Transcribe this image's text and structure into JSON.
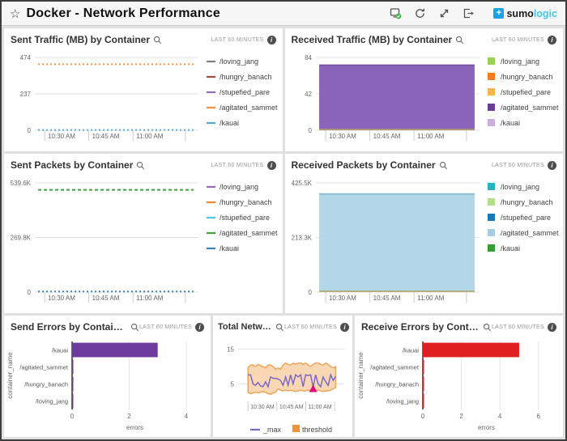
{
  "header": {
    "title": "Docker - Network Performance",
    "logo": {
      "plus": "+",
      "sumo": "sumo",
      "logic": "logic"
    }
  },
  "icons": {
    "star": "☆",
    "info_glyph": "i"
  },
  "panels": [
    {
      "title": "Sent Traffic (MB) by Container",
      "timerange": "LAST 60 MINUTES"
    },
    {
      "title": "Received Traffic (MB) by Container",
      "timerange": "LAST 60 MINUTES"
    },
    {
      "title": "Sent Packets by Container",
      "timerange": "LAST 60 MINUTES"
    },
    {
      "title": "Received Packets by Container",
      "timerange": "LAST 60 MINUTES"
    },
    {
      "title": "Send Errors by Container",
      "timerange": "LAST 60 MINUTES"
    },
    {
      "title": "Total Network Err...",
      "timerange": "LAST 60 MINUTES"
    },
    {
      "title": "Receive Errors by Container",
      "timerange": "LAST 60 MINUTES"
    }
  ],
  "chart_data": [
    {
      "type": "line",
      "title": "Sent Traffic (MB) by Container",
      "x_ticks": [
        "10:30 AM",
        "10:45 AM",
        "11:00 AM"
      ],
      "y_ticks": [
        "0",
        "237",
        "474"
      ],
      "y_max": 474,
      "legend_position": "right",
      "series": [
        {
          "name": "/loving_jang",
          "color": "#7f7f7f",
          "value": null
        },
        {
          "name": "/hungry_banach",
          "color": "#9e4a42",
          "value": null
        },
        {
          "name": "/stupefied_pare",
          "color": "#8d6cc0",
          "value": null
        },
        {
          "name": "/agitated_sammet",
          "color": "#f79241",
          "value": 430,
          "dash": "2,3"
        },
        {
          "name": "/kauai",
          "color": "#58a8cf",
          "value": 2,
          "dash": "2,3"
        }
      ]
    },
    {
      "type": "area",
      "title": "Received Traffic (MB) by Container",
      "x_ticks": [
        "10:30 AM",
        "10:45 AM",
        "11:00 AM"
      ],
      "y_ticks": [
        "0",
        "42",
        "84"
      ],
      "y_max": 84,
      "fill": "#8b63ba",
      "top_color": "#7a52ad",
      "baseline_color": "#b4a45e",
      "legend_position": "right",
      "series": [
        {
          "name": "/loving_jang",
          "color": "#97d05c",
          "value": null
        },
        {
          "name": "/hungry_banach",
          "color": "#f57c20",
          "value": null
        },
        {
          "name": "/stupefied_pare",
          "color": "#f9b44d",
          "value": null
        },
        {
          "name": "/agitated_sammet",
          "color": "#6a3d9a",
          "value": 75
        },
        {
          "name": "/kauai",
          "color": "#c9aede",
          "value": null
        }
      ]
    },
    {
      "type": "line",
      "title": "Sent Packets by Container",
      "x_ticks": [
        "10:30 AM",
        "10:45 AM",
        "11:00 AM"
      ],
      "y_ticks": [
        "0",
        "269.8K",
        "539.6K"
      ],
      "y_max": 539600,
      "legend_position": "right",
      "series": [
        {
          "name": "/loving_jang",
          "color": "#9467bd",
          "value": null
        },
        {
          "name": "/hungry_banach",
          "color": "#f58231",
          "value": null
        },
        {
          "name": "/stupefied_pare",
          "color": "#4fc3e8",
          "value": null
        },
        {
          "name": "/agitated_sammet",
          "color": "#3fa03f",
          "value": 505000,
          "dash": "4,3"
        },
        {
          "name": "/kauai",
          "color": "#3b82b8",
          "value": 3000,
          "dash": "2,3"
        }
      ]
    },
    {
      "type": "area",
      "title": "Received Packets by Container",
      "x_ticks": [
        "10:30 AM",
        "10:45 AM",
        "11:00 AM"
      ],
      "y_ticks": [
        "0",
        "213.3K",
        "425.5K"
      ],
      "y_max": 425500,
      "fill": "#b3d6e8",
      "top_color": "#8fbdd6",
      "baseline_color": "#b4a45e",
      "legend_position": "right",
      "series": [
        {
          "name": "/loving_jang",
          "color": "#26b3c4",
          "value": null
        },
        {
          "name": "/hungry_banach",
          "color": "#b2df8a",
          "value": null
        },
        {
          "name": "/stupefied_pare",
          "color": "#1f78b4",
          "value": null
        },
        {
          "name": "/agitated_sammet",
          "color": "#a6cee3",
          "value": 382000
        },
        {
          "name": "/kauai",
          "color": "#33a02c",
          "value": null
        }
      ]
    },
    {
      "type": "hbar",
      "title": "Send Errors by Container",
      "categories": [
        "/kauai",
        "/agitated_sammet",
        "/hungry_banach",
        "/loving_jang"
      ],
      "values": [
        3,
        0.03,
        0.03,
        0.03
      ],
      "x_ticks": [
        "0",
        "2",
        "4"
      ],
      "x_max": 4.4,
      "bar_color": "#6d3a9e",
      "xlabel": "errors",
      "ylabel": "container_name"
    },
    {
      "type": "band-line",
      "title": "Total Network Errors",
      "x_ticks": [
        "10:30 AM",
        "10:45 AM",
        "11:00 AM"
      ],
      "y_ticks": [
        "5",
        "15"
      ],
      "y_max": 16.7,
      "line_color": "#7b68c9",
      "band_color": "#f9d7b3",
      "band_edge_color": "#eda55c",
      "marker_color": "#e6007e",
      "legend_labels": [
        "_max",
        "threshold"
      ],
      "legend_threshold_color": "#f0923e",
      "line_values": [
        7.6,
        7.6,
        5.0,
        4.6,
        5.4,
        4.4,
        4.2,
        5.6,
        4.2,
        7.0,
        6.6,
        6.6,
        6.4,
        6.0,
        4.6,
        7.0,
        4.6,
        7.6,
        5.0,
        7.6,
        7.0,
        7.6,
        4.2,
        7.6,
        7.4,
        7.6,
        4.0,
        7.6,
        5.0,
        4.2,
        7.0,
        5.6,
        4.6,
        7.6,
        6.0,
        7.2
      ],
      "band_upper": [
        9.6,
        10.4,
        10.4,
        10.0,
        10.6,
        10.2,
        10.0,
        9.6,
        10.4,
        10.4,
        10.0,
        9.2,
        9.6,
        9.2,
        10.4,
        11.0,
        10.6,
        10.4,
        11.0,
        10.6,
        11.0,
        11.0,
        10.6,
        11.0,
        10.4,
        10.0,
        10.6,
        11.0,
        11.0,
        10.6,
        10.4,
        11.0,
        10.6,
        10.0,
        9.6,
        10.0
      ],
      "band_lower": [
        2.6,
        2.2,
        2.4,
        2.6,
        2.4,
        2.6,
        2.8,
        2.6,
        2.2,
        2.0,
        2.4,
        2.6,
        3.6,
        3.2,
        3.0,
        3.2,
        3.0,
        3.2,
        3.0,
        2.8,
        3.0,
        3.2,
        3.0,
        3.0,
        3.2,
        3.0,
        2.8,
        3.0,
        3.2,
        3.0,
        2.8,
        3.0,
        3.0,
        3.2,
        3.6,
        4.0
      ],
      "marker_index": 26,
      "marker_value": 3.6
    },
    {
      "type": "hbar",
      "title": "Receive Errors by Container",
      "categories": [
        "/kauai",
        "/agitated_sammet",
        "/hungry_banach",
        "/loving_jang"
      ],
      "values": [
        5,
        0.03,
        0.03,
        0.03
      ],
      "x_ticks": [
        "0",
        "2",
        "4",
        "6"
      ],
      "x_max": 6.6,
      "bar_color": "#e02020",
      "xlabel": "errors",
      "ylabel": "container_name"
    }
  ]
}
